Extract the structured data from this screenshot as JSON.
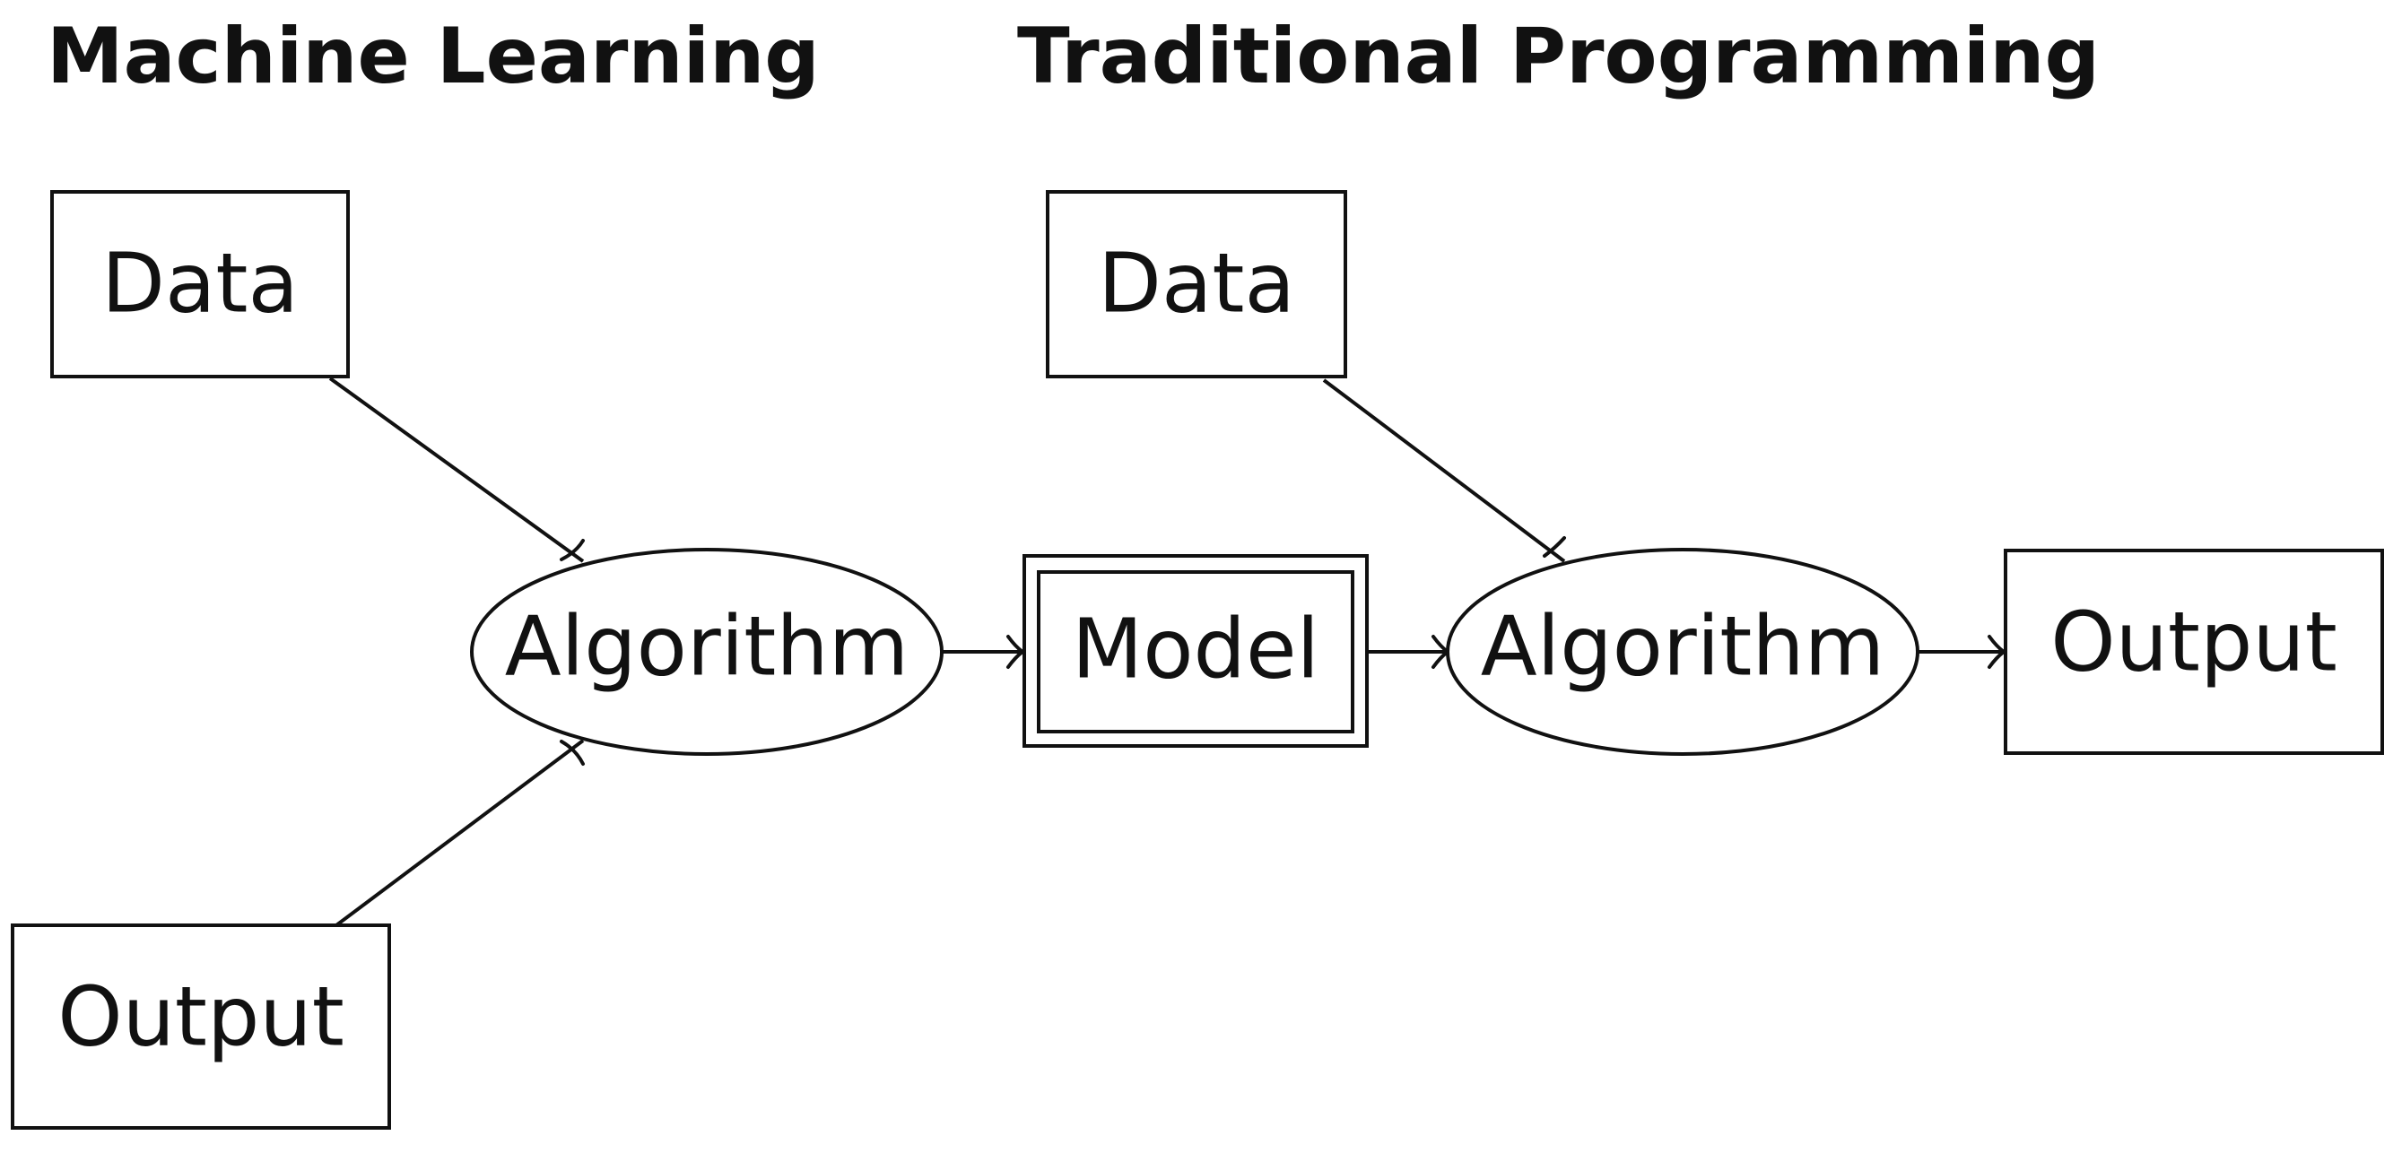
{
  "titles": {
    "left": "Machine Learning",
    "right": "Traditional Programming"
  },
  "nodes": {
    "ml_data": "Data",
    "ml_output": "Output",
    "ml_algorithm": "Algorithm",
    "model": "Model",
    "tp_data": "Data",
    "tp_algorithm": "Algorithm",
    "tp_output": "Output"
  },
  "edges": [
    {
      "from": "ml_data",
      "to": "ml_algorithm"
    },
    {
      "from": "ml_output",
      "to": "ml_algorithm"
    },
    {
      "from": "ml_algorithm",
      "to": "model"
    },
    {
      "from": "model",
      "to": "tp_algorithm"
    },
    {
      "from": "tp_data",
      "to": "tp_algorithm"
    },
    {
      "from": "tp_algorithm",
      "to": "tp_output"
    }
  ]
}
